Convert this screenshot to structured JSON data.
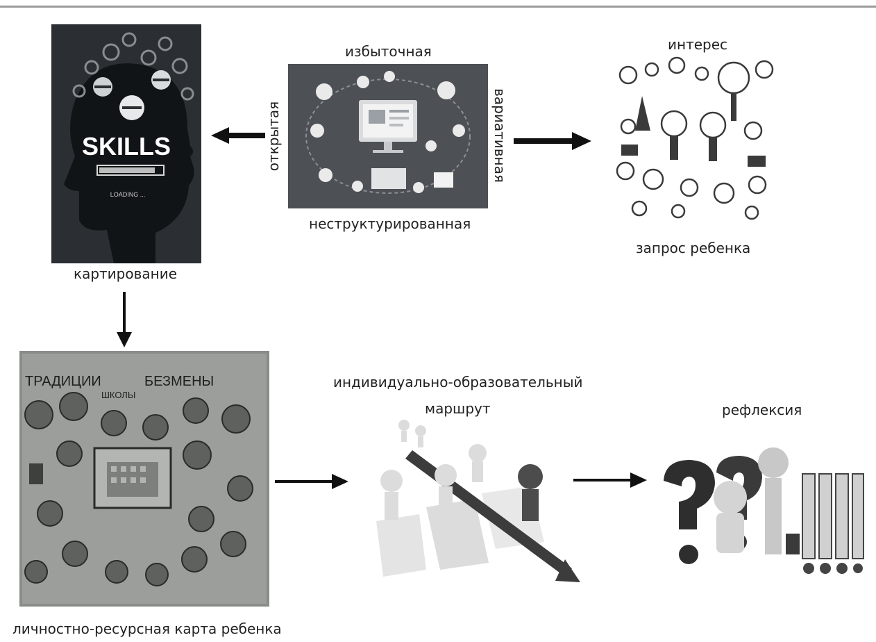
{
  "labels": {
    "skills_text": "SKILLS",
    "skills_loading": "LOADING ...",
    "mapping": "картирование",
    "redundant": "избыточная",
    "open": "открытая",
    "variable": "вариативная",
    "unstructured": "неструктурированная",
    "interest": "интерес",
    "child_request": "запрос ребенка",
    "resource_map": "личностно-ресурсная карта ребенка",
    "map_title_left": "ТРАДИЦИИ",
    "map_title_school": "ШКОЛЫ",
    "map_title_right": "БЕЗМЕНЫ",
    "route_line1": "индивидуально-образовательный",
    "route_line2": "маршрут",
    "reflection": "рефлексия"
  },
  "colors": {
    "arrow": "#111111",
    "skills_bg": "#2b2f33",
    "education_bg": "#4d5156",
    "map_bg": "#8a8c8a"
  }
}
